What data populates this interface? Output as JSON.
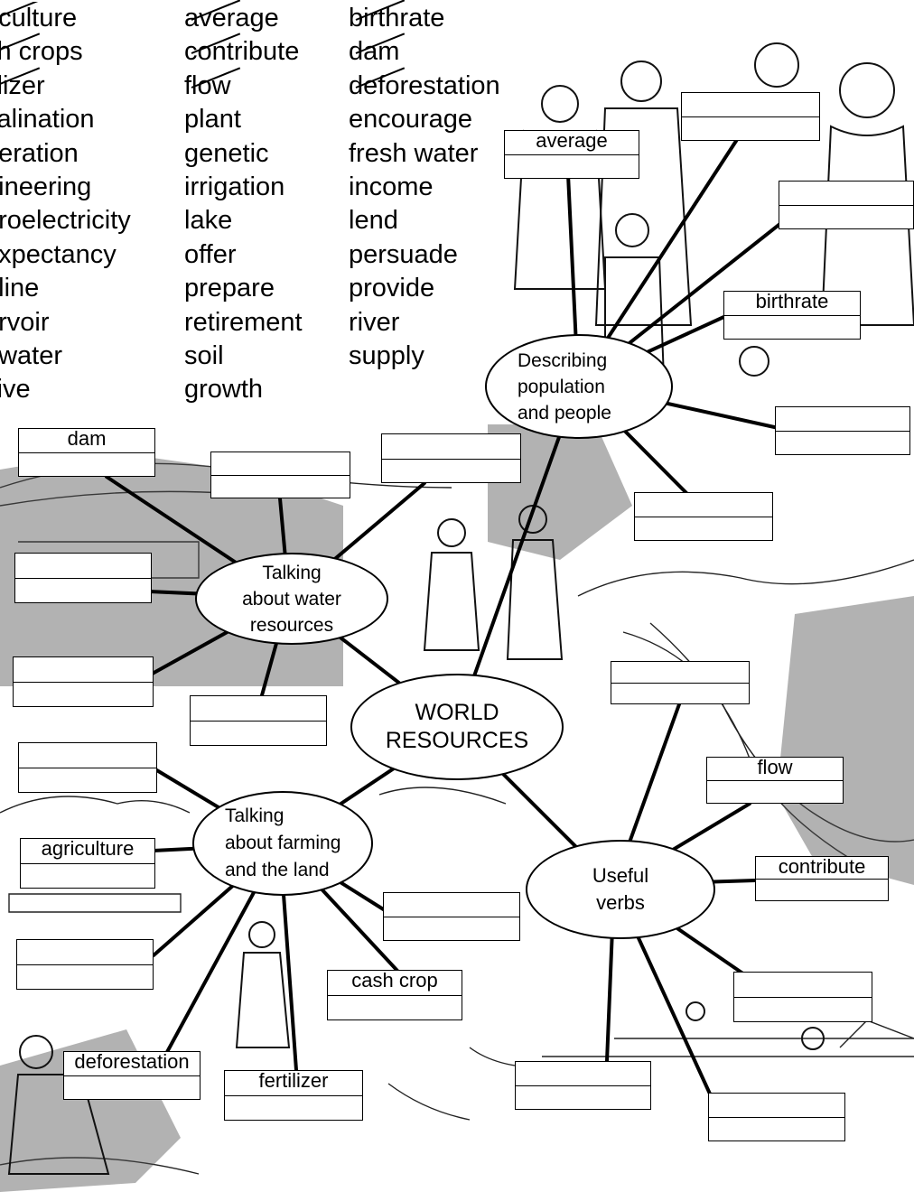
{
  "word_bank": {
    "column_1": [
      "agriculture",
      "cash crops",
      "fertilizer",
      "desalination",
      "generation",
      "engineering",
      "hydroelectricity",
      "life expectancy",
      "pipeline",
      "reservoir",
      "salt water",
      "survive"
    ],
    "column_1_visible": [
      "riculture",
      "sh crops",
      "tilizer",
      "salination",
      "neration",
      "gineering",
      "droelectricity",
      "expectancy",
      "eline",
      "ervoir",
      "t water",
      "vive"
    ],
    "column_2": [
      "average",
      "contribute",
      "flow",
      "plant",
      "genetic",
      "irrigation",
      "lake",
      "offer",
      "prepare",
      "retirement",
      "soil",
      "growth"
    ],
    "column_3": [
      "birthrate",
      "dam",
      "deforestation",
      "encourage",
      "fresh water",
      "income",
      "lend",
      "persuade",
      "provide",
      "river",
      "supply"
    ],
    "struck_through": [
      "agriculture",
      "cash crops",
      "fertilizer",
      "average",
      "contribute",
      "flow",
      "birthrate",
      "dam",
      "deforestation"
    ]
  },
  "hubs": {
    "center": "WORLD\nRESOURCES",
    "population": "Describing\npopulation\nand people",
    "water": "Talking\nabout water\nresources",
    "farming": "Talking\nabout farming\nand the land",
    "verbs": "Useful\nverbs"
  },
  "boxes": {
    "pop_average": "average",
    "pop_top": "",
    "pop_right": "",
    "pop_birthrate": "birthrate",
    "pop_baby": "",
    "pop_lower": "",
    "water_dam": "dam",
    "water_top_mid": "",
    "water_top_right": "",
    "water_left_1": "",
    "water_left_2": "",
    "water_bottom": "",
    "farm_upper_left": "",
    "farm_agriculture": "agriculture",
    "farm_left_low": "",
    "farm_right": "",
    "farm_cash_crop": "cash crop",
    "farm_deforestation": "deforestation",
    "farm_fertilizer": "fertilizer",
    "verb_top": "",
    "verb_flow": "flow",
    "verb_contribute": "contribute",
    "verb_right_low": "",
    "verb_bottom_mid": "",
    "verb_bottom_right": ""
  }
}
